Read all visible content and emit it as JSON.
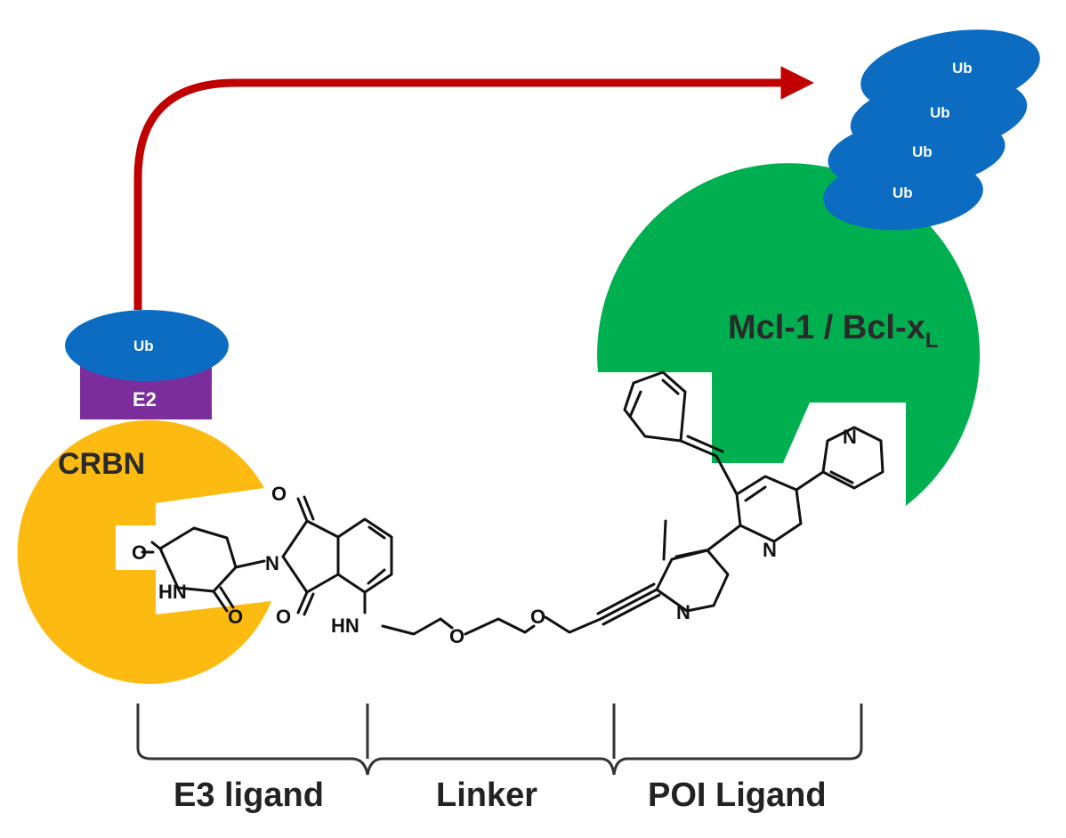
{
  "proteins": {
    "crbn": {
      "label": "CRBN",
      "color": "#FDBB12"
    },
    "e2": {
      "label": "E2",
      "color": "#7B2D9C"
    },
    "ub_single": {
      "label": "Ub",
      "color": "#0B6CC2"
    },
    "target": {
      "label_main": "Mcl-1 / Bcl-x",
      "label_sub": "L",
      "color": "#00B050"
    },
    "ub_chain": [
      "Ub",
      "Ub",
      "Ub",
      "Ub"
    ]
  },
  "arrow": {
    "color": "#C00000"
  },
  "molecule_atoms": {
    "o_top": "O",
    "o_left": "O",
    "hn_glutarimide": "HN",
    "o_bottom_glut": "O",
    "n_phthalimide": "N",
    "o_bottom_phth": "O",
    "hn_linker": "HN",
    "o_linker_1": "O",
    "o_linker_2": "O",
    "n_pyridine_1": "N",
    "n_pyridine_2": "N",
    "n_pyridine_3": "N"
  },
  "brackets": {
    "e3": "E3 ligand",
    "linker": "Linker",
    "poi": "POI Ligand"
  }
}
